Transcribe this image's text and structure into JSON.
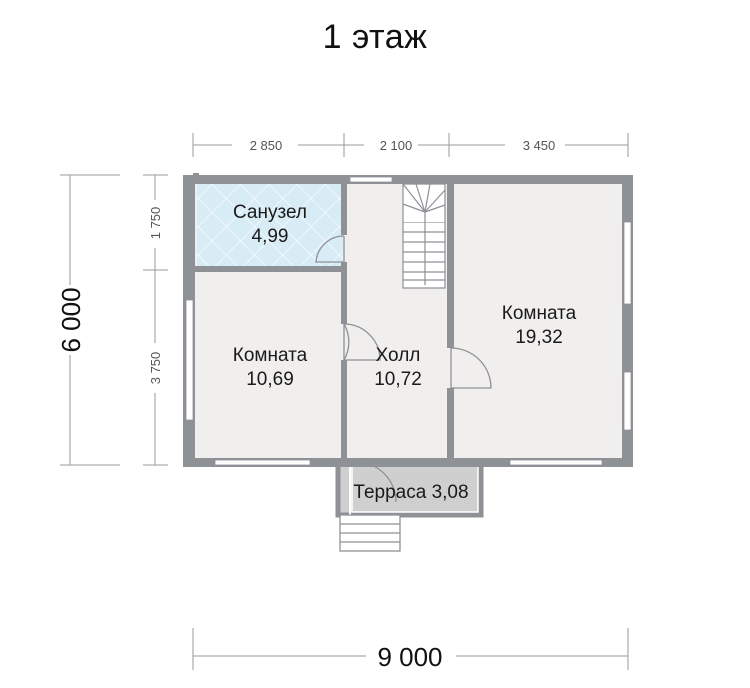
{
  "title": "1 этаж",
  "dimensions": {
    "top": [
      "2 850",
      "2 100",
      "3 450"
    ],
    "bottom_total": "9 000",
    "left_total": "6 000",
    "left_parts": [
      "1 750",
      "3 750"
    ]
  },
  "rooms": {
    "bath": {
      "name": "Санузел",
      "area": "4,99"
    },
    "room_left": {
      "name": "Комната",
      "area": "10,69"
    },
    "hall": {
      "name": "Холл",
      "area": "10,72"
    },
    "room_right": {
      "name": "Комната",
      "area": "19,32"
    },
    "terrace": {
      "label": "Терраса 3,08"
    }
  },
  "colors": {
    "wall": "#8e9196",
    "floor": "#f1efee",
    "bath_tile": "#d8ecf6",
    "terrace": "#cfcfcf",
    "window": "#ffffff",
    "dim_line": "#9a9a9a"
  }
}
